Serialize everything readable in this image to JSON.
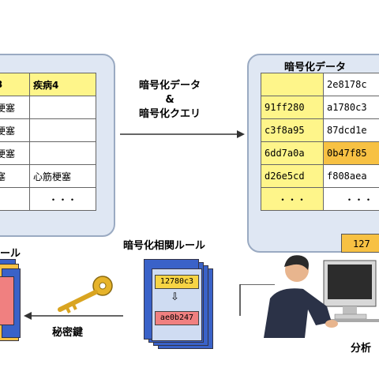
{
  "left_table": {
    "header": [
      "3",
      "疾病4"
    ],
    "rows": [
      [
        "梗塞",
        ""
      ],
      [
        "梗塞",
        ""
      ],
      [
        "梗塞",
        ""
      ],
      [
        "塞",
        "心筋梗塞"
      ],
      [
        "",
        "・・・"
      ]
    ]
  },
  "left_rule_label": "ール",
  "flow_label_line1": "暗号化データ",
  "flow_label_line2": "&",
  "flow_label_line3": "暗号化クエリ",
  "enc_data": {
    "title": "暗号化データ",
    "rows": [
      [
        "",
        "2e8178c"
      ],
      [
        "91ff280",
        "a1780c3"
      ],
      [
        "c3f8a95",
        "87dcd1e"
      ],
      [
        "6dd7a0a",
        "0b47f85"
      ],
      [
        "d26e5cd",
        "f808aea"
      ],
      [
        "・・・",
        "・・・"
      ]
    ],
    "result_box": "127"
  },
  "rule": {
    "title": "暗号化相関ルール",
    "top_value": "12780c3",
    "arrow": "⇩",
    "bottom_value": "ae0b247"
  },
  "secret_key_label": "秘密鍵",
  "analyst_label": "分析",
  "colors": {
    "panel": "#dfe7f3",
    "yellow": "#fef58a",
    "orange": "#f7c143",
    "red": "#f08080",
    "blue_doc": "#3a62c8"
  }
}
